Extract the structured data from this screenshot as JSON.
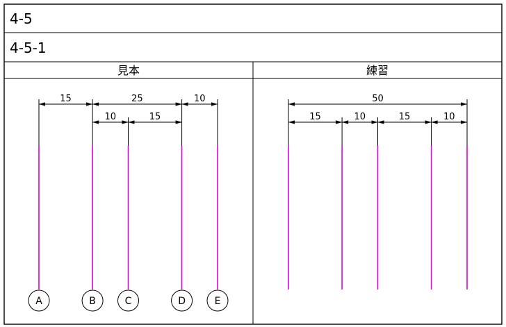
{
  "header": {
    "section": "4-5",
    "subsection": "4-5-1"
  },
  "columns": {
    "left": "見本",
    "right": "練習"
  },
  "colors": {
    "grid_line": "#e000e0",
    "ink": "#000000"
  },
  "sample": {
    "grid_labels": [
      "A",
      "B",
      "C",
      "D",
      "E"
    ],
    "grid_positions": [
      0,
      15,
      25,
      40,
      50
    ],
    "dims_top": [
      {
        "from": 0,
        "to": 15,
        "label": "15"
      },
      {
        "from": 15,
        "to": 40,
        "label": "25"
      },
      {
        "from": 40,
        "to": 50,
        "label": "10"
      }
    ],
    "dims_bottom": [
      {
        "from": 15,
        "to": 25,
        "label": "10"
      },
      {
        "from": 25,
        "to": 40,
        "label": "15"
      }
    ]
  },
  "practice": {
    "grid_positions": [
      0,
      15,
      25,
      40,
      50
    ],
    "dims_top": [
      {
        "from": 0,
        "to": 50,
        "label": "50"
      }
    ],
    "dims_bottom": [
      {
        "from": 0,
        "to": 15,
        "label": "15"
      },
      {
        "from": 15,
        "to": 25,
        "label": "10"
      },
      {
        "from": 25,
        "to": 40,
        "label": "15"
      },
      {
        "from": 40,
        "to": 50,
        "label": "10"
      }
    ]
  }
}
